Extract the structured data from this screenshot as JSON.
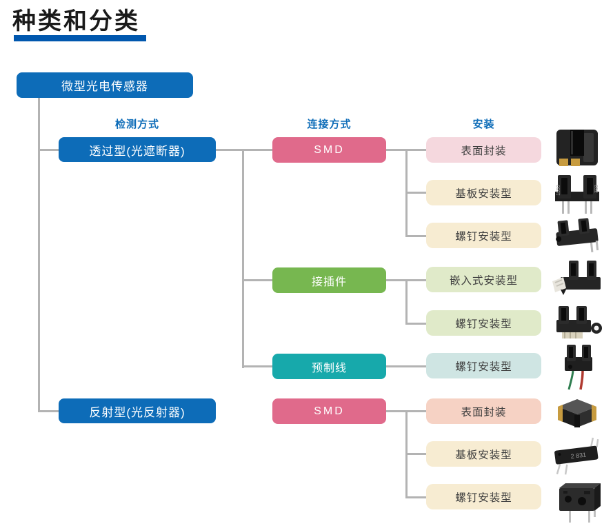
{
  "title": "种类和分类",
  "colors": {
    "blue": "#0d6cb8",
    "underline": "#0057ae",
    "pink": "#e06a8b",
    "green": "#77b750",
    "teal": "#17a9ab",
    "light-pink": "#f5d8de",
    "cream": "#f7ecd2",
    "light-green": "#e0eac9",
    "light-teal": "#cfe5e3",
    "salmon": "#f6d2c4",
    "line": "#b3b3b3",
    "dark-text": "#3f3f3f",
    "title-text": "#1a1a1a"
  },
  "tree": {
    "root": "微型光电传感器",
    "headers": {
      "detection": "检测方式",
      "connection": "连接方式",
      "mounting": "安装"
    },
    "branches": [
      {
        "detection": "透过型(光遮断器)",
        "connections": [
          {
            "label": "SMD",
            "mountings": [
              {
                "label": "表面封装"
              },
              {
                "label": "基板安装型"
              },
              {
                "label": "螺钉安装型"
              }
            ]
          },
          {
            "label": "接插件",
            "mountings": [
              {
                "label": "嵌入式安装型"
              },
              {
                "label": "螺钉安装型"
              }
            ]
          },
          {
            "label": "预制线",
            "mountings": [
              {
                "label": "螺钉安装型"
              }
            ]
          }
        ]
      },
      {
        "detection": "反射型(光反射器)",
        "connections": [
          {
            "label": "SMD",
            "mountings": [
              {
                "label": "表面封装"
              },
              {
                "label": "基板安装型"
              },
              {
                "label": "螺钉安装型"
              }
            ]
          }
        ]
      }
    ]
  },
  "photos": {
    "marking_left": "1550",
    "marking_right": "852",
    "marking_flat": "2 831"
  }
}
